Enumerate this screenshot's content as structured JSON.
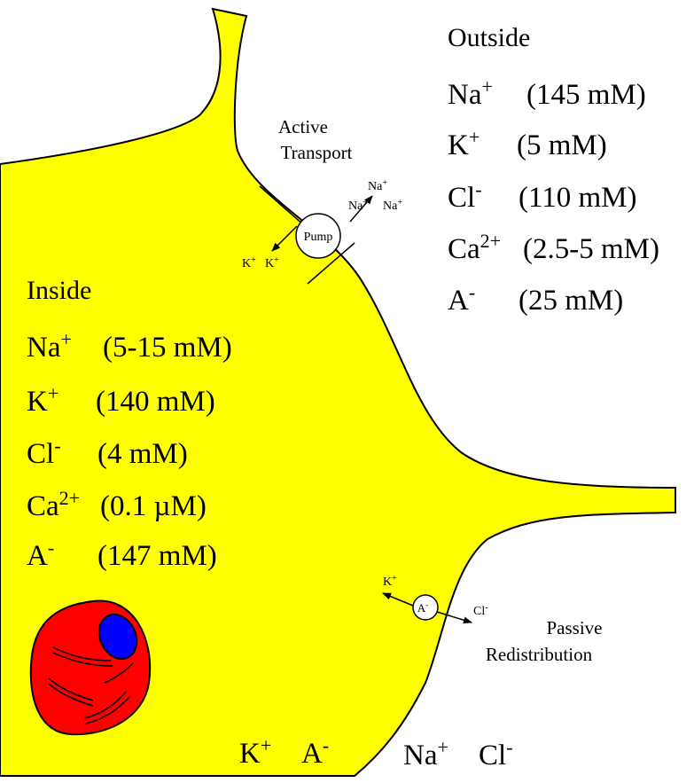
{
  "colors": {
    "cell": "#ffff00",
    "nucleus": "#ff0000",
    "nucleolus": "#0000ff",
    "line": "#000000",
    "background": "#ffffff"
  },
  "outside": {
    "title": "Outside",
    "ions": [
      {
        "symbol": "Na",
        "charge": "+",
        "conc": "(145 mM)"
      },
      {
        "symbol": "K",
        "charge": "+",
        "conc": "(5 mM)"
      },
      {
        "symbol": "Cl",
        "charge": "-",
        "conc": "(110 mM)"
      },
      {
        "symbol": "Ca",
        "charge": "2+",
        "conc": "(2.5-5 mM)"
      },
      {
        "symbol": "A",
        "charge": "-",
        "conc": "(25 mM)"
      }
    ]
  },
  "inside": {
    "title": "Inside",
    "ions": [
      {
        "symbol": "Na",
        "charge": "+",
        "conc": "(5-15 mM)"
      },
      {
        "symbol": "K",
        "charge": "+",
        "conc": "(140 mM)"
      },
      {
        "symbol": "Cl",
        "charge": "-",
        "conc": "(4 mM)"
      },
      {
        "symbol": "Ca",
        "charge": "2+",
        "conc": "(0.1 µM)"
      },
      {
        "symbol": "A",
        "charge": "-",
        "conc": "(147 mM)"
      }
    ]
  },
  "active_transport": {
    "label_line1": "Active",
    "label_line2": "Transport",
    "pump_label": "Pump",
    "out_ions": {
      "symbol": "Na",
      "charge": "+"
    },
    "in_ions": {
      "symbol": "K",
      "charge": "+"
    }
  },
  "passive": {
    "label_line1": "Passive",
    "label_line2": "Redistribution",
    "channel_label": "A",
    "channel_charge": "-",
    "k_ion": {
      "symbol": "K",
      "charge": "+"
    },
    "cl_ion": {
      "symbol": "Cl",
      "charge": "-"
    }
  },
  "bottom": {
    "inside_ions": [
      {
        "symbol": "K",
        "charge": "+"
      },
      {
        "symbol": "A",
        "charge": "-"
      }
    ],
    "outside_ions": [
      {
        "symbol": "Na",
        "charge": "+"
      },
      {
        "symbol": "Cl",
        "charge": "-"
      }
    ]
  }
}
